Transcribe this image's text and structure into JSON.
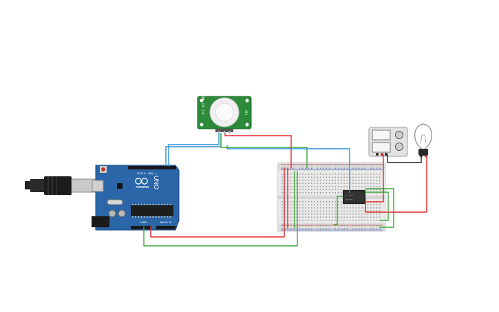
{
  "arduino": {
    "brand": "ARDUINO",
    "model": "UNO",
    "digital_label": "DIGITAL (PWM ~)",
    "power_label": "POWER",
    "analog_label": "ANALOG IN"
  },
  "pir_sensor": {
    "left_label": "VCC OUT GND",
    "right_label": "SIG"
  },
  "power_supply": {
    "name": "power-supply"
  },
  "relay": {
    "name": "relay-module"
  },
  "colors": {
    "wire_red": "#e8262b",
    "wire_green": "#3aa83a",
    "wire_blue": "#2b8fd6",
    "wire_black": "#222222",
    "board_blue": "#2a66a8",
    "pir_green": "#2c8a3a"
  }
}
